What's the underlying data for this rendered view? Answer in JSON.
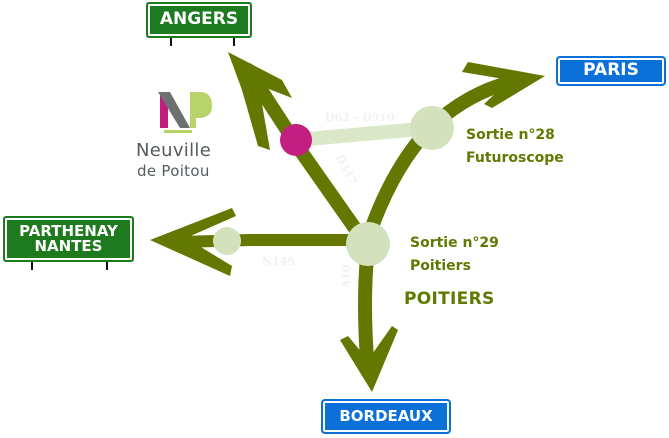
{
  "signs": {
    "angers": {
      "text": "ANGERS",
      "color": "#1e7a1e"
    },
    "paris": {
      "text": "PARIS",
      "color": "#0b71d8"
    },
    "parthenay": {
      "line1": "PARTHENAY",
      "line2": "NANTES",
      "color": "#1e7a1e"
    },
    "bordeaux": {
      "text": "BORDEAUX",
      "color": "#0b71d8"
    }
  },
  "exits": {
    "exit28": {
      "line1": "Sortie n°28",
      "line2": "Futuroscope"
    },
    "exit29": {
      "line1": "Sortie n°29",
      "line2": "Poitiers"
    }
  },
  "city": "POITIERS",
  "roads": {
    "d62": "D62 - D910",
    "d347": "D347",
    "n149": "N149",
    "a10": "A10"
  },
  "logo": {
    "line1": "Neuville",
    "line2": "de Poitou",
    "colors": {
      "magenta": "#c21c7c",
      "grey": "#6d6f71",
      "lime": "#b9d36b"
    }
  },
  "colors": {
    "road": "#637800",
    "junction": "#d3e2bd",
    "link": "#dbe8c7",
    "neuville_dot": "#c21f80",
    "label": "#5f7a00"
  }
}
